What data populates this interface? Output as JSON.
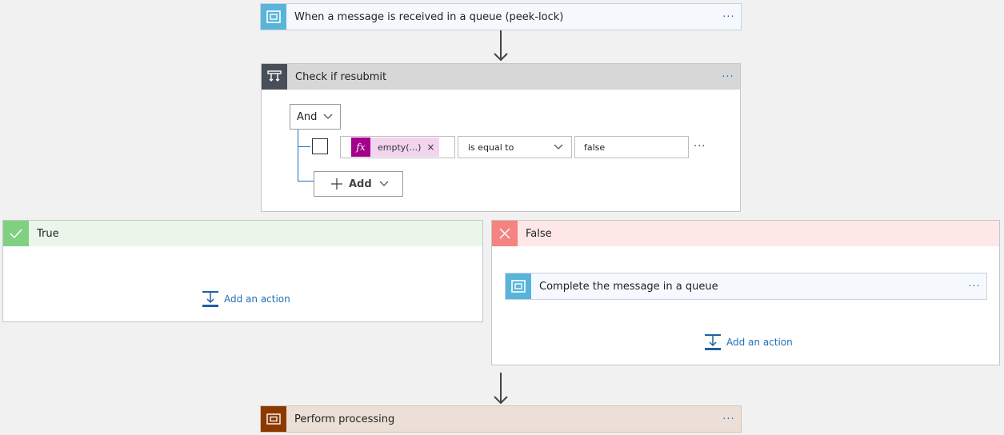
{
  "trigger": {
    "title": "When a message is received in a queue (peek-lock)",
    "menu": "···",
    "icon": "queue-icon",
    "color": "#59b4d9"
  },
  "condition": {
    "title": "Check if resubmit",
    "menu": "···",
    "icon": "condition-icon",
    "color": "#484f58",
    "operator": "And",
    "row": {
      "token_label": "empty(...)",
      "token_icon": "fx",
      "token_color": "#a4008c",
      "comparator": "is equal to",
      "value": "false",
      "menu": "···"
    },
    "add_label": "Add"
  },
  "branch_true": {
    "title": "True",
    "color": "#7fd080",
    "add_action": "Add an action"
  },
  "branch_false": {
    "title": "False",
    "color": "#f48481",
    "action": {
      "title": "Complete the message in a queue",
      "menu": "···",
      "icon": "queue-icon"
    },
    "add_action": "Add an action"
  },
  "processing": {
    "title": "Perform processing",
    "menu": "···",
    "icon": "scope-icon",
    "color": "#8c3900"
  }
}
